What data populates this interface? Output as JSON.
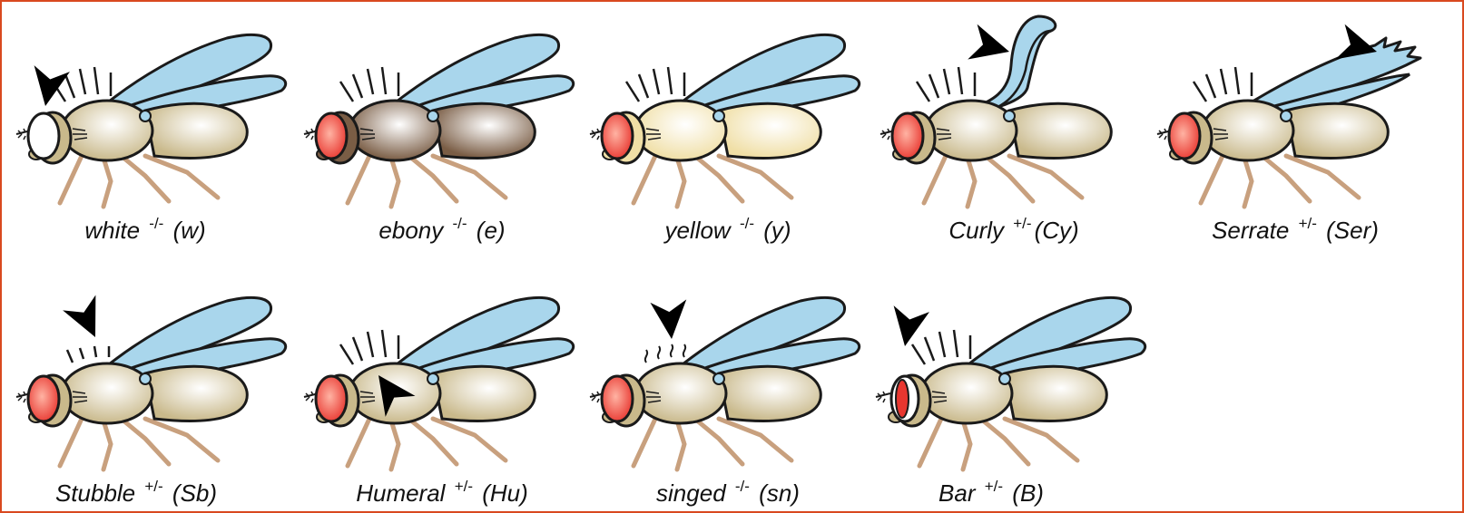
{
  "colors": {
    "border": "#d9491f",
    "outline": "#1a1a1a",
    "wing": "#a9d6ec",
    "leg": "#c8a07e",
    "eye_red": "#e8362f",
    "eye_white": "#ffffff",
    "body_wildtype": "#c9b98b",
    "body_ebony": "#7a5d45",
    "body_yellow": "#f0dfa6",
    "arrowhead": "#000000"
  },
  "mutants": [
    {
      "id": "white",
      "name": "white",
      "superscript": "-/-",
      "symbol": "(w)",
      "eye": "white",
      "body": "wildtype",
      "wing": "normal",
      "marker": "eye-arrow"
    },
    {
      "id": "ebony",
      "name": "ebony",
      "superscript": "-/-",
      "symbol": "(e)",
      "eye": "red",
      "body": "ebony",
      "wing": "normal",
      "marker": "none"
    },
    {
      "id": "yellow",
      "name": "yellow",
      "superscript": "-/-",
      "symbol": "(y)",
      "eye": "red",
      "body": "yellow",
      "wing": "normal",
      "marker": "none"
    },
    {
      "id": "curly",
      "name": "Curly",
      "superscript": "+/-",
      "symbol": "(Cy)",
      "eye": "red",
      "body": "wildtype",
      "wing": "curly",
      "marker": "wing-arrow"
    },
    {
      "id": "serrate",
      "name": "Serrate",
      "superscript": "+/-",
      "symbol": "(Ser)",
      "eye": "red",
      "body": "wildtype",
      "wing": "serrate",
      "marker": "wing-tip-arrow"
    },
    {
      "id": "stubble",
      "name": "Stubble",
      "superscript": "+/-",
      "symbol": "(Sb)",
      "eye": "red",
      "body": "wildtype",
      "wing": "normal",
      "marker": "bristle-arrow"
    },
    {
      "id": "humeral",
      "name": "Humeral",
      "superscript": "+/-",
      "symbol": "(Hu)",
      "eye": "red",
      "body": "wildtype",
      "wing": "normal",
      "marker": "humeral-arrow"
    },
    {
      "id": "singed",
      "name": "singed",
      "superscript": "-/-",
      "symbol": "(sn)",
      "eye": "red",
      "body": "wildtype",
      "wing": "normal",
      "marker": "singed-arrow"
    },
    {
      "id": "bar",
      "name": "Bar",
      "superscript": "+/-",
      "symbol": "(B)",
      "eye": "bar",
      "body": "wildtype",
      "wing": "normal",
      "marker": "bar-arrow"
    }
  ]
}
